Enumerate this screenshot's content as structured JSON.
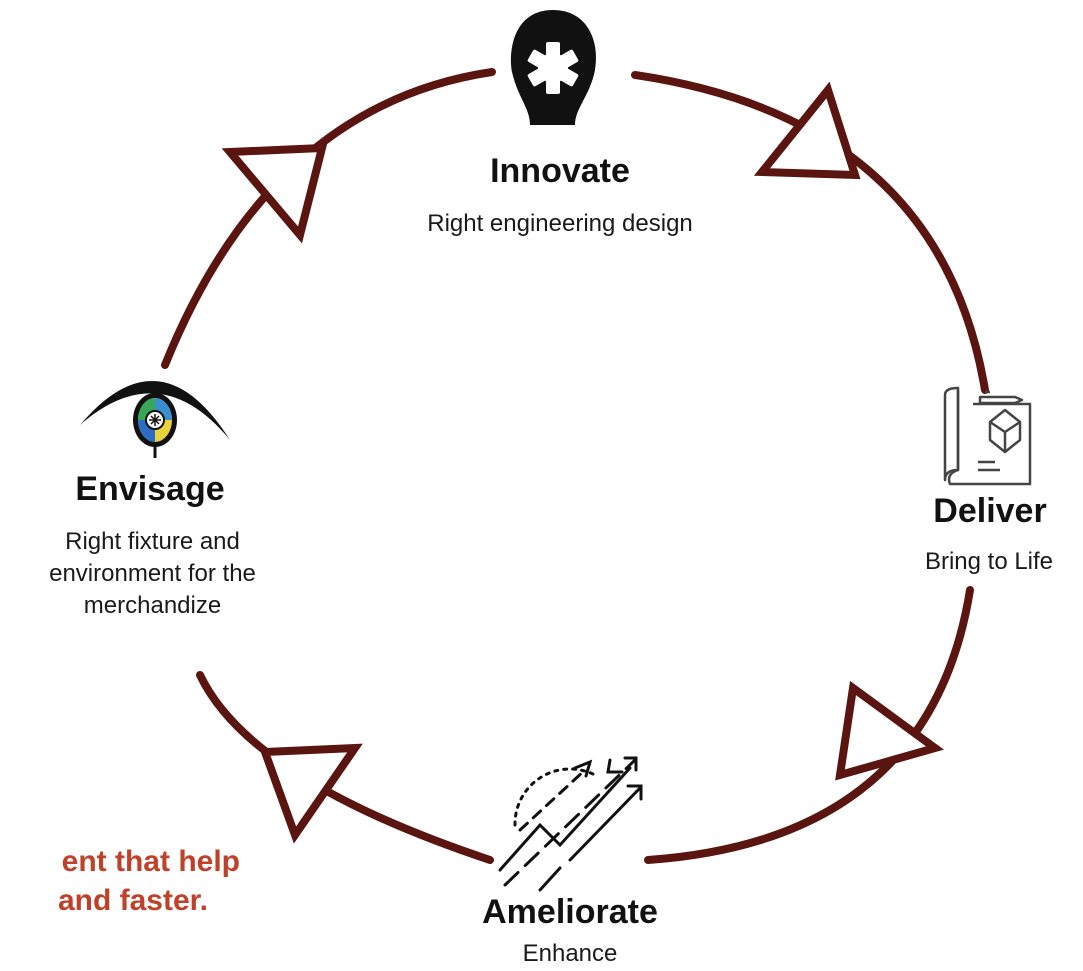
{
  "colors": {
    "ring": "#5a1510",
    "accent_text": "#c0412a",
    "icon": "#111111"
  },
  "stages": [
    {
      "title": "Innovate",
      "subtitle": "Right engineering design",
      "icon": "gear-head-icon"
    },
    {
      "title": "Deliver",
      "subtitle": "Bring to Life",
      "icon": "blueprint-cube-icon"
    },
    {
      "title": "Ameliorate",
      "subtitle": "Enhance",
      "icon": "rising-arrows-icon"
    },
    {
      "title": "Envisage",
      "subtitle_lines": [
        "Right fixture and",
        "environment for the",
        "merchandize"
      ],
      "icon": "eye-aperture-icon"
    }
  ],
  "partial_text": {
    "line1": "ent that help",
    "line2": "and faster."
  }
}
